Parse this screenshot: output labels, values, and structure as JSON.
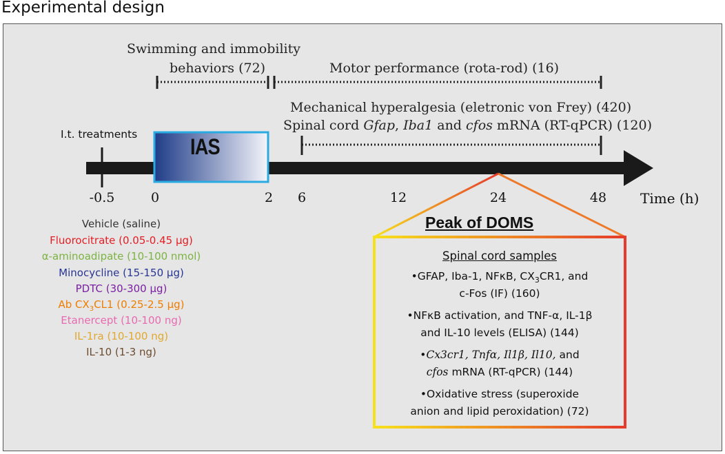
{
  "title": "Experimental design",
  "top_labels": {
    "swim_line1": "Swimming and immobility",
    "swim_line2": "behaviors (72)",
    "motor": "Motor performance (rota-rod) (16)",
    "mech": "Mechanical hyperalgesia (eletronic von Frey) (420)",
    "spinal_pre": "Spinal cord ",
    "gfap": "Gfap",
    "comma": ", ",
    "iba1": "Iba1",
    "and": " and ",
    "cfos": "cfos",
    "spinal_post": " mRNA (RT-qPCR) (120)"
  },
  "it_label": "I.t. treatments",
  "ias_label": "IAS",
  "time_ticks": [
    "-0.5",
    "0",
    "2",
    "6",
    "12",
    "24",
    "48"
  ],
  "time_label": "Time (h)",
  "treatments": [
    {
      "text": "Vehicle (saline)",
      "color": "#333333"
    },
    {
      "text": "Fluorocitrate (0.05-0.45 μg)",
      "color": "#e31e24"
    },
    {
      "text": "α-aminoadipate (10-100 nmol)",
      "color": "#7cb342"
    },
    {
      "text": "Minocycline (15-150 μg)",
      "color": "#283593"
    },
    {
      "text": "PDTC (30-300 μg)",
      "color": "#7b1fa2"
    },
    {
      "text_pre": "Ab CX",
      "sub": "3",
      "text_post": "CL1 (0.25-2.5 μg)",
      "color": "#ef7d00"
    },
    {
      "text": "Etanercept (10-100 ng)",
      "color": "#e86ab0"
    },
    {
      "text": "IL-1ra (10-100 ng)",
      "color": "#e0a82e"
    },
    {
      "text": "IL-10 (1-3 ng)",
      "color": "#6d4c2f"
    }
  ],
  "peak_label": "Peak of DOMS",
  "box": {
    "heading": "Spinal cord samples",
    "l1": "•GFAP, Iba-1, NFκB, CX",
    "l1_sub": "3",
    "l1_post": "CR1, and",
    "l2": "c-Fos (IF) (160)",
    "l3": "•NFκB activation, and TNF-α, IL-1β",
    "l4": "and IL-10 levels (ELISA) (144)",
    "l5_pre": "•",
    "l5_genes": "Cx3cr1, Tnfα, Il1β, Il10,",
    "l5_post": " and",
    "l6_gene": "cfos",
    "l6_post": " mRNA (RT-qPCR) (144)",
    "l7": "•Oxidative stress (superoxide",
    "l8": "anion and lipid peroxidation) (72)"
  },
  "colors": {
    "arrow": "#1a1a1a",
    "ias_border": "#29aae1",
    "ias_dark": "#1f3c88",
    "gradient_start": "#f7e11b",
    "gradient_end": "#e53a2c"
  }
}
